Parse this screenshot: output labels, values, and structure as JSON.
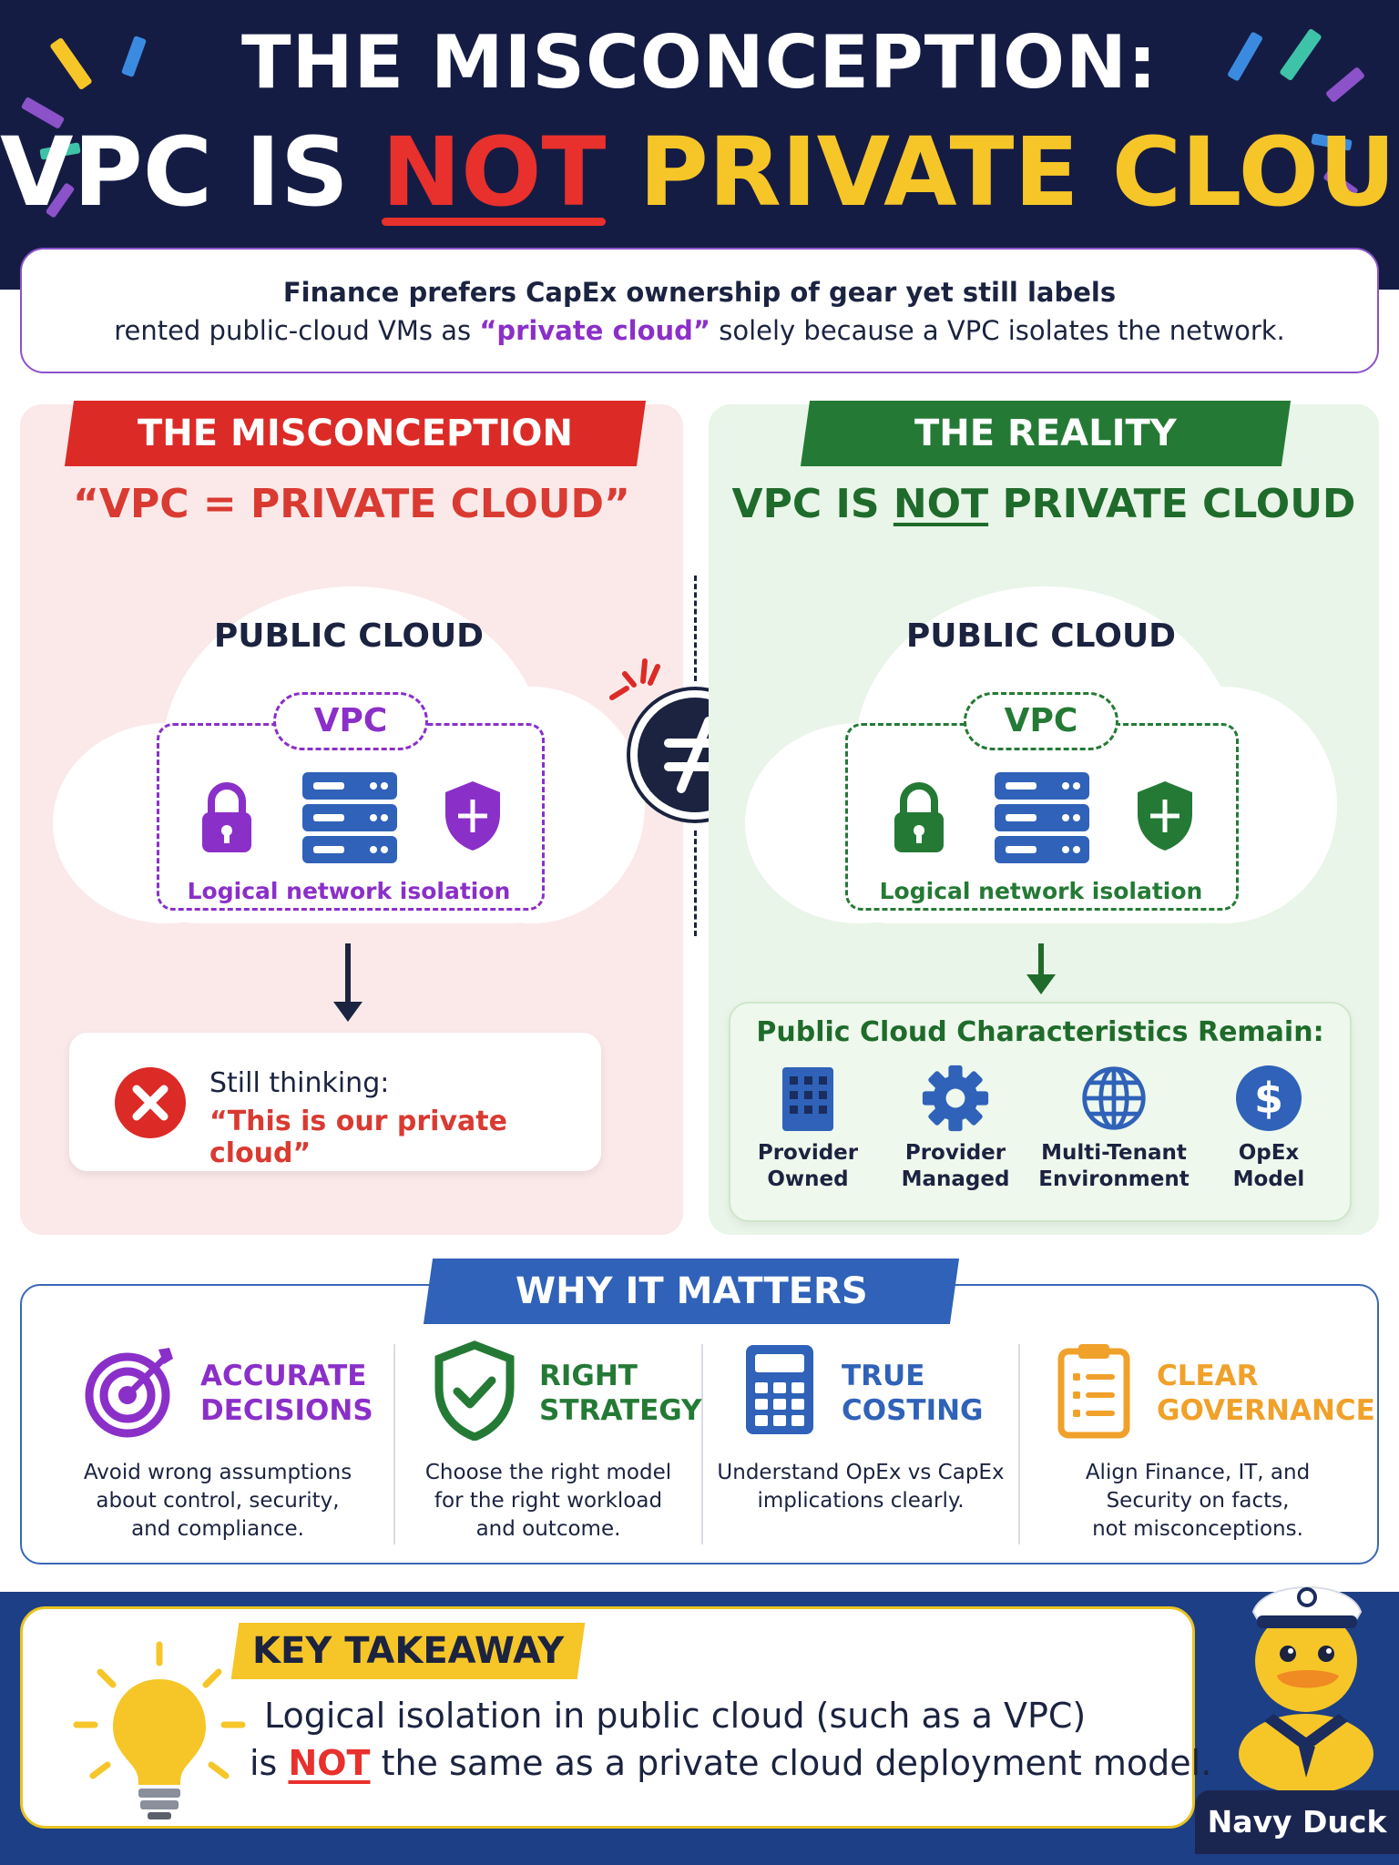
{
  "header": {
    "line1": "THE MISCONCEPTION:",
    "line2_vpc": "VPC IS",
    "line2_not": "NOT",
    "line2_private": "PRIVATE CLOUD"
  },
  "intro": {
    "line1": "Finance prefers CapEx ownership of gear yet still labels",
    "line2_pre": "rented public-cloud VMs as",
    "line2_highlight": "“private cloud”",
    "line2_post": "solely because a VPC isolates the network."
  },
  "misconception": {
    "banner": "THE MISCONCEPTION",
    "claim": "“VPC = PRIVATE CLOUD”",
    "cloud_title": "PUBLIC CLOUD",
    "vpc_label": "VPC",
    "isolation_label": "Logical network isolation",
    "thinking_line1": "Still thinking:",
    "thinking_line2": "“This is our private cloud”"
  },
  "reality": {
    "banner": "THE REALITY",
    "claim_pre": "VPC IS",
    "claim_not": "NOT",
    "claim_post": "PRIVATE CLOUD",
    "cloud_title": "PUBLIC CLOUD",
    "vpc_label": "VPC",
    "isolation_label": "Logical network isolation",
    "characteristics_title": "Public Cloud Characteristics Remain:",
    "characteristics": [
      {
        "line1": "Provider",
        "line2": "Owned",
        "icon": "building-icon"
      },
      {
        "line1": "Provider",
        "line2": "Managed",
        "icon": "gear-icon"
      },
      {
        "line1": "Multi-Tenant",
        "line2": "Environment",
        "icon": "globe-icon"
      },
      {
        "line1": "OpEx",
        "line2": "Model",
        "icon": "dollar-icon"
      }
    ]
  },
  "why": {
    "banner": "WHY IT MATTERS",
    "items": [
      {
        "head1": "ACCURATE",
        "head2": "DECISIONS",
        "desc1": "Avoid wrong assumptions",
        "desc2": "about control, security,",
        "desc3": "and compliance.",
        "icon": "target-icon",
        "color": "#8b2fc9"
      },
      {
        "head1": "RIGHT",
        "head2": "STRATEGY",
        "desc1": "Choose the right model",
        "desc2": "for the right workload",
        "desc3": "and outcome.",
        "icon": "shield-check-icon",
        "color": "#247a35"
      },
      {
        "head1": "TRUE",
        "head2": "COSTING",
        "desc1": "Understand OpEx vs CapEx",
        "desc2": "implications clearly.",
        "desc3": "",
        "icon": "calculator-icon",
        "color": "#2f62b8"
      },
      {
        "head1": "CLEAR",
        "head2": "GOVERNANCE",
        "desc1": "Align Finance, IT, and",
        "desc2": "Security on facts,",
        "desc3": "not misconceptions.",
        "icon": "clipboard-icon",
        "color": "#f0a12a"
      }
    ]
  },
  "takeaway": {
    "banner": "KEY TAKEAWAY",
    "line1": "Logical isolation in public cloud (such as a VPC)",
    "line2_pre": "is",
    "line2_not": "NOT",
    "line2_post": "the same as a private cloud deployment model.",
    "mascot_label": "Navy Duck"
  },
  "colors": {
    "navy": "#151c44",
    "red": "#dc2a26",
    "green": "#247a35",
    "blue": "#2f62b8",
    "yellow": "#f6c628",
    "purple": "#8b2fc9"
  }
}
